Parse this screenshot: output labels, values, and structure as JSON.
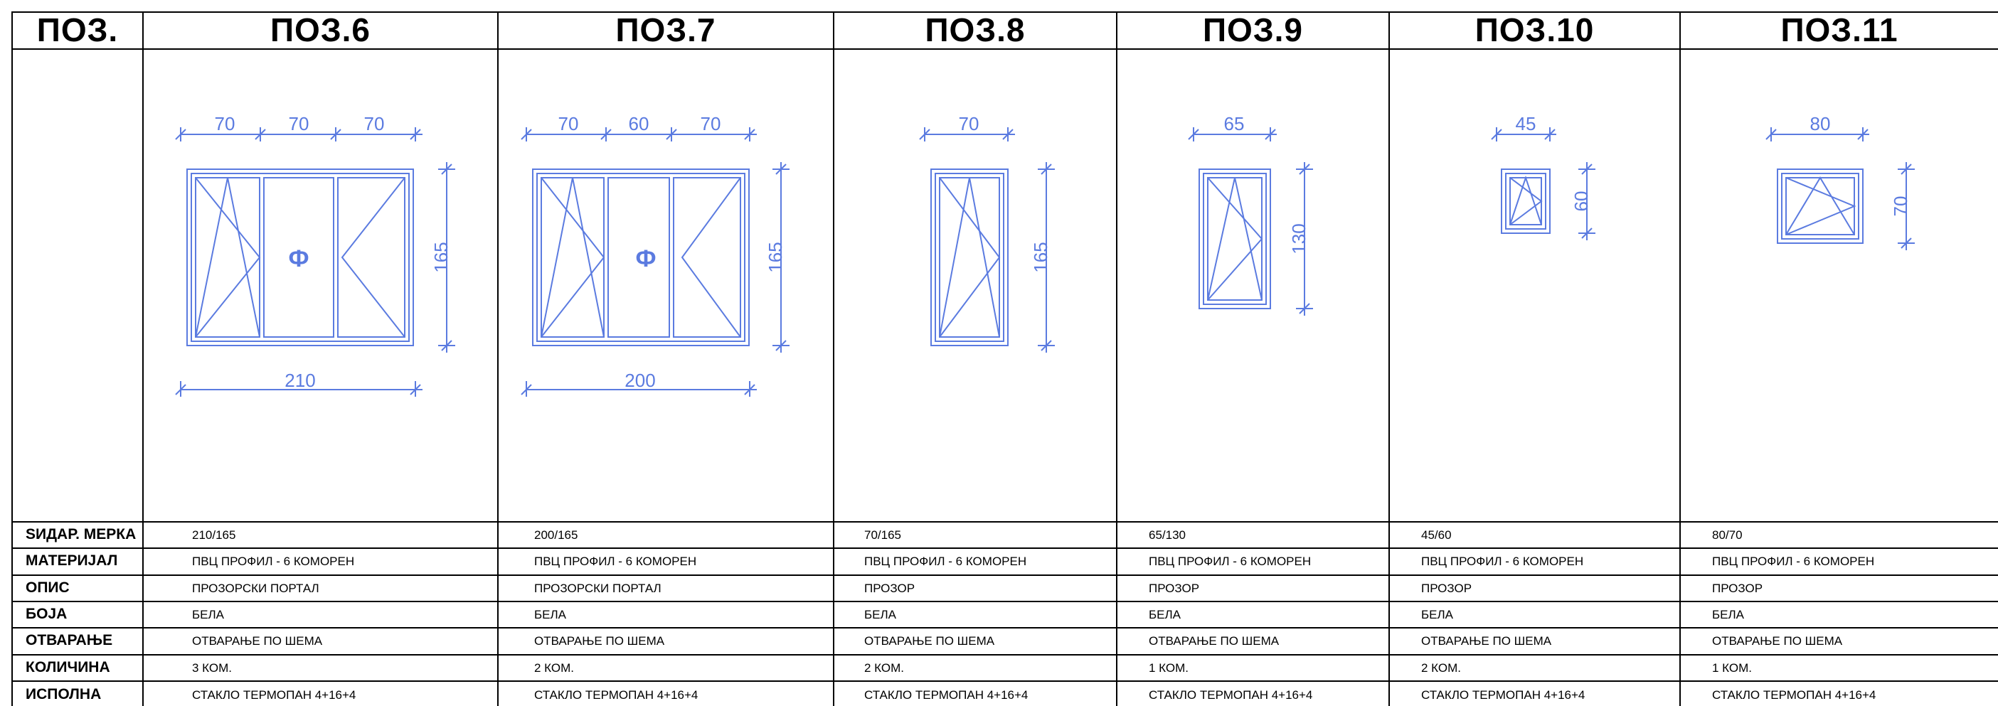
{
  "header": {
    "first": "ПОЗ.",
    "positions": [
      "ПОЗ.6",
      "ПОЗ.7",
      "ПОЗ.8",
      "ПОЗ.9",
      "ПОЗ.10",
      "ПОЗ.11"
    ]
  },
  "row_labels": {
    "size": "ЅИДАР. МЕРКА",
    "material": "МАТЕРИЈАЛ",
    "description": "ОПИС",
    "color": "БОЈА",
    "opening": "ОТВАРАЊЕ",
    "quantity": "КОЛИЧИНА",
    "infill": "ИСПОЛНА"
  },
  "columns": [
    {
      "size": "210/165",
      "material": "ПВЦ ПРОФИЛ - 6 КОМОРЕН",
      "description": "ПРОЗОРСКИ ПОРТАЛ",
      "color": "БЕЛА",
      "opening": "ОТВАРАЊЕ ПО ШЕМА",
      "quantity": "3 КОМ.",
      "infill": "СТАКЛО ТЕРМОПАН 4+16+4"
    },
    {
      "size": "200/165",
      "material": "ПВЦ ПРОФИЛ - 6 КОМОРЕН",
      "description": "ПРОЗОРСКИ ПОРТАЛ",
      "color": "БЕЛА",
      "opening": "ОТВАРАЊЕ ПО ШЕМА",
      "quantity": "2 КОМ.",
      "infill": "СТАКЛО ТЕРМОПАН 4+16+4"
    },
    {
      "size": "70/165",
      "material": "ПВЦ ПРОФИЛ - 6 КОМОРЕН",
      "description": "ПРОЗОР",
      "color": "БЕЛА",
      "opening": "ОТВАРАЊЕ ПО ШЕМА",
      "quantity": "2 КОМ.",
      "infill": "СТАКЛО ТЕРМОПАН 4+16+4"
    },
    {
      "size": "65/130",
      "material": "ПВЦ ПРОФИЛ - 6 КОМОРЕН",
      "description": "ПРОЗОР",
      "color": "БЕЛА",
      "opening": "ОТВАРАЊЕ ПО ШЕМА",
      "quantity": "1 КОМ.",
      "infill": "СТАКЛО ТЕРМОПАН 4+16+4"
    },
    {
      "size": "45/60",
      "material": "ПВЦ ПРОФИЛ - 6 КОМОРЕН",
      "description": "ПРОЗОР",
      "color": "БЕЛА",
      "opening": "ОТВАРАЊЕ ПО ШЕМА",
      "quantity": "2 КОМ.",
      "infill": "СТАКЛО ТЕРМОПАН 4+16+4"
    },
    {
      "size": "80/70",
      "material": "ПВЦ ПРОФИЛ - 6 КОМОРЕН",
      "description": "ПРОЗОР",
      "color": "БЕЛА",
      "opening": "ОТВАРАЊЕ ПО ШЕМА",
      "quantity": "1 КОМ.",
      "infill": "СТАКЛО ТЕРМОПАН 4+16+4"
    }
  ],
  "drawings": {
    "pos6": {
      "dims_top": [
        "70",
        "70",
        "70"
      ],
      "dim_bottom": "210",
      "dim_height": "165",
      "fixed_mark": "Ф"
    },
    "pos7": {
      "dims_top": [
        "70",
        "60",
        "70"
      ],
      "dim_bottom": "200",
      "dim_height": "165",
      "fixed_mark": "Ф"
    },
    "pos8": {
      "dim_width": "70",
      "dim_height": "165"
    },
    "pos9": {
      "dim_width": "65",
      "dim_height": "130"
    },
    "pos10": {
      "dim_width": "45",
      "dim_height": "60"
    },
    "pos11": {
      "dim_width": "80",
      "dim_height": "70"
    }
  },
  "colors": {
    "drawing": "#5b7be0",
    "lines": "#000000"
  }
}
